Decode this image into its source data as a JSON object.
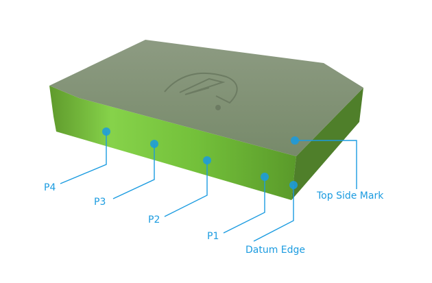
{
  "labels": {
    "p4": "P4",
    "p3": "P3",
    "p2": "P2",
    "p1": "P1",
    "datum_edge": "Datum Edge",
    "top_side_mark": "Top Side Mark"
  },
  "colors": {
    "accent": "#1a9be0",
    "top_face": "#7f8f74",
    "side_face": "#6fb83a"
  }
}
